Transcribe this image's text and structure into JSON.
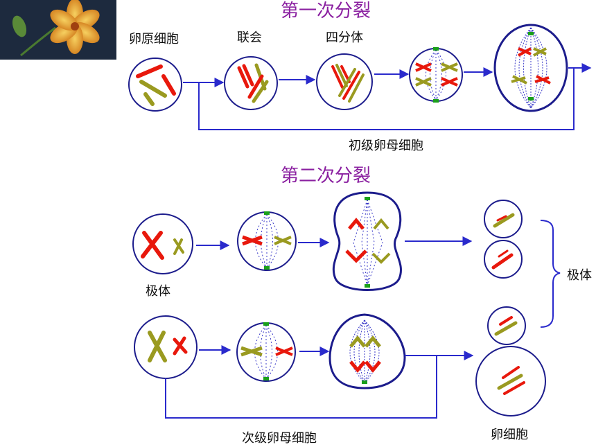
{
  "colors": {
    "title": "#8a1fa0",
    "line": "#2a2acc",
    "cell_stroke": "#1c1c8c",
    "spindle": "#3838c8",
    "red_chromosome": "#e8180c",
    "olive_chromosome": "#9a9a20",
    "centrosome": "#1aa01a"
  },
  "thumbnail": {
    "icon": "lily-flower-icon"
  },
  "meiosis1": {
    "title": "第一次分裂",
    "labels": {
      "oogonium": "卵原细胞",
      "synapsis": "联会",
      "tetrad": "四分体",
      "primary_oocyte": "初级卵母细胞"
    }
  },
  "meiosis2": {
    "title": "第二次分裂",
    "labels": {
      "polar_body_cell": "极体",
      "polar_bodies": "极体",
      "secondary_oocyte": "次级卵母细胞",
      "egg_cell": "卵细胞"
    }
  }
}
